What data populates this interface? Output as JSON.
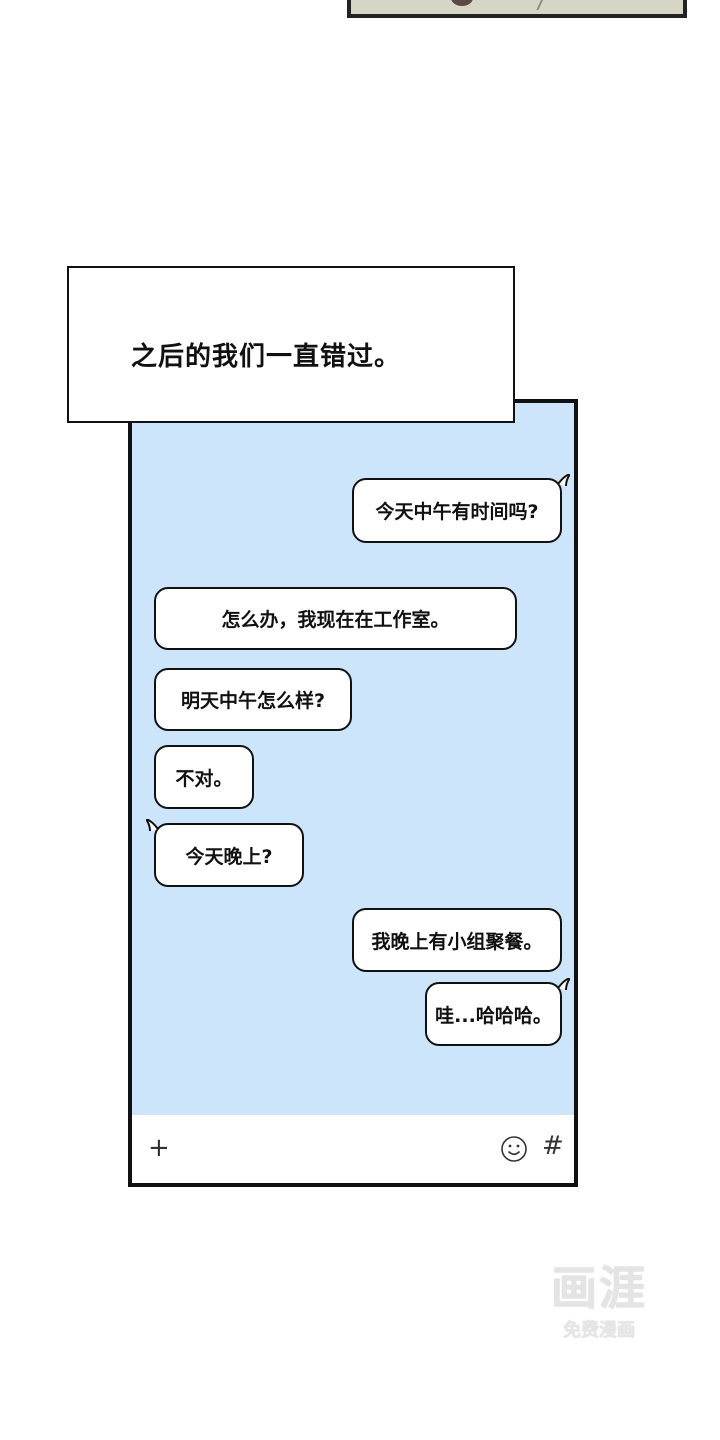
{
  "caption": "之后的我们一直错过。",
  "messages": [
    {
      "side": "right",
      "text": "今天中午有时间吗?"
    },
    {
      "side": "left",
      "text": "怎么办，我现在在工作室。"
    },
    {
      "side": "left",
      "text": "明天中午怎么样?"
    },
    {
      "side": "left",
      "text": "不对。"
    },
    {
      "side": "left",
      "text": "今天晚上?"
    },
    {
      "side": "right",
      "text": "我晚上有小组聚餐。"
    },
    {
      "side": "right",
      "text": "哇...哈哈哈。"
    }
  ],
  "input_bar": {
    "plus": "+",
    "smile_icon": "smile-icon",
    "hash": "#"
  },
  "watermark": {
    "logo": "画涯",
    "subtitle": "免费漫画"
  },
  "colors": {
    "chat_background": "#cde5fa",
    "bubble": "#ffffff",
    "border": "#111111"
  }
}
